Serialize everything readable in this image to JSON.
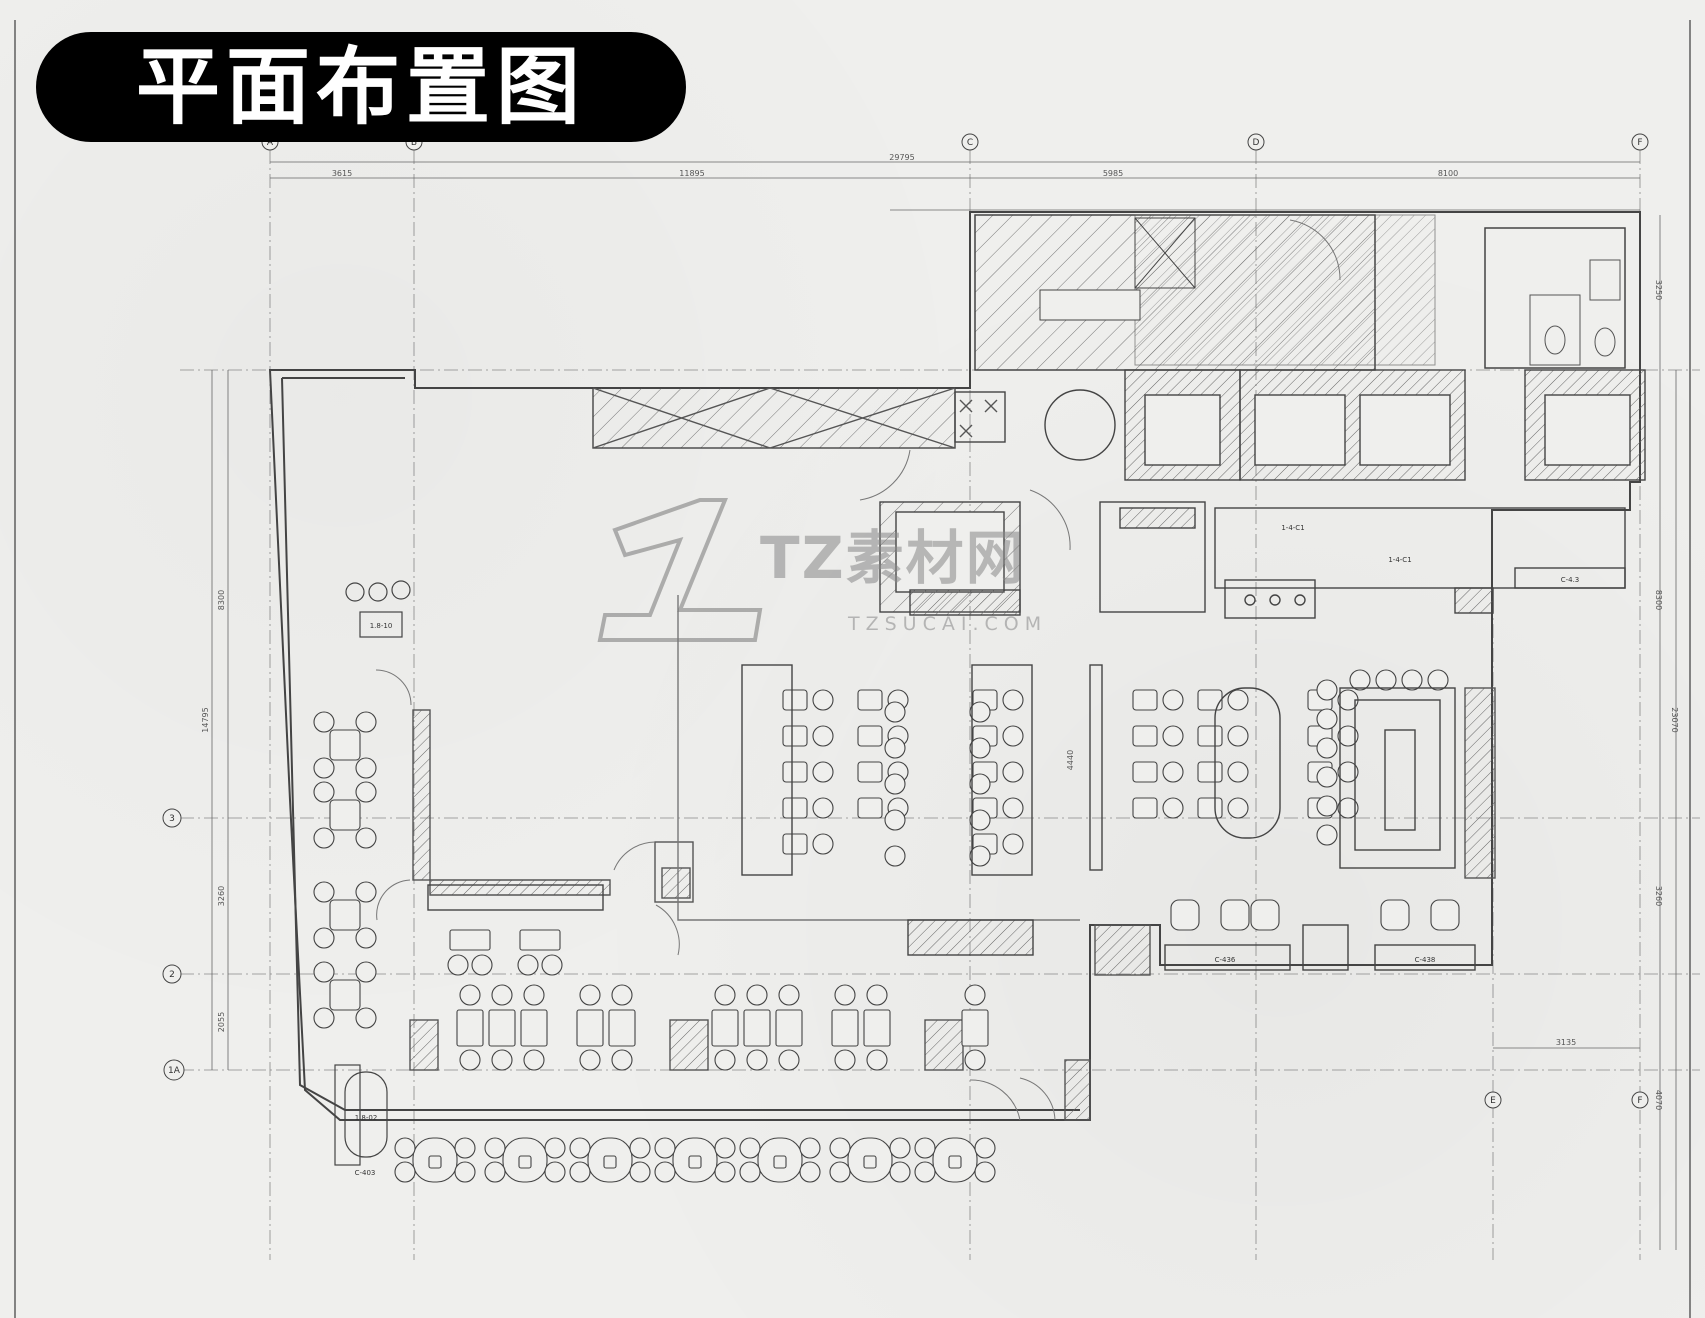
{
  "title": "平面布置图",
  "watermark": {
    "brand": "TZ素材网",
    "url": "TZSUCAI.COM"
  },
  "grid_top": [
    "A",
    "B",
    "C",
    "D",
    "F"
  ],
  "grid_left": [
    "3",
    "2",
    "1A"
  ],
  "grid_bottom": [
    "E",
    "F"
  ],
  "dims_top": {
    "total": "29795",
    "segments": [
      "3615",
      "11895",
      "5985",
      "8100"
    ]
  },
  "dims_left": [
    "8300",
    "14795",
    "3260",
    "2055"
  ],
  "dims_right": [
    "3250",
    "8300",
    "23070",
    "3260",
    "4070"
  ],
  "dims_misc": {
    "lower_right": "3135",
    "mid_center": "4440"
  },
  "room_tags": {
    "lounge": "1.8-10",
    "sofa_left": "C-403",
    "sofa_small": "1.8-02",
    "bar_a": "C-436",
    "bar_b": "C-438",
    "kitchen": "C-4.3",
    "store": "1-4-C1",
    "lift": "1-4-C1"
  },
  "colors": {
    "ink": "#3a3a3a",
    "hatch": "#666666",
    "wall": "#7a7a7a",
    "paper": "#efefed",
    "pill": "#000000"
  }
}
